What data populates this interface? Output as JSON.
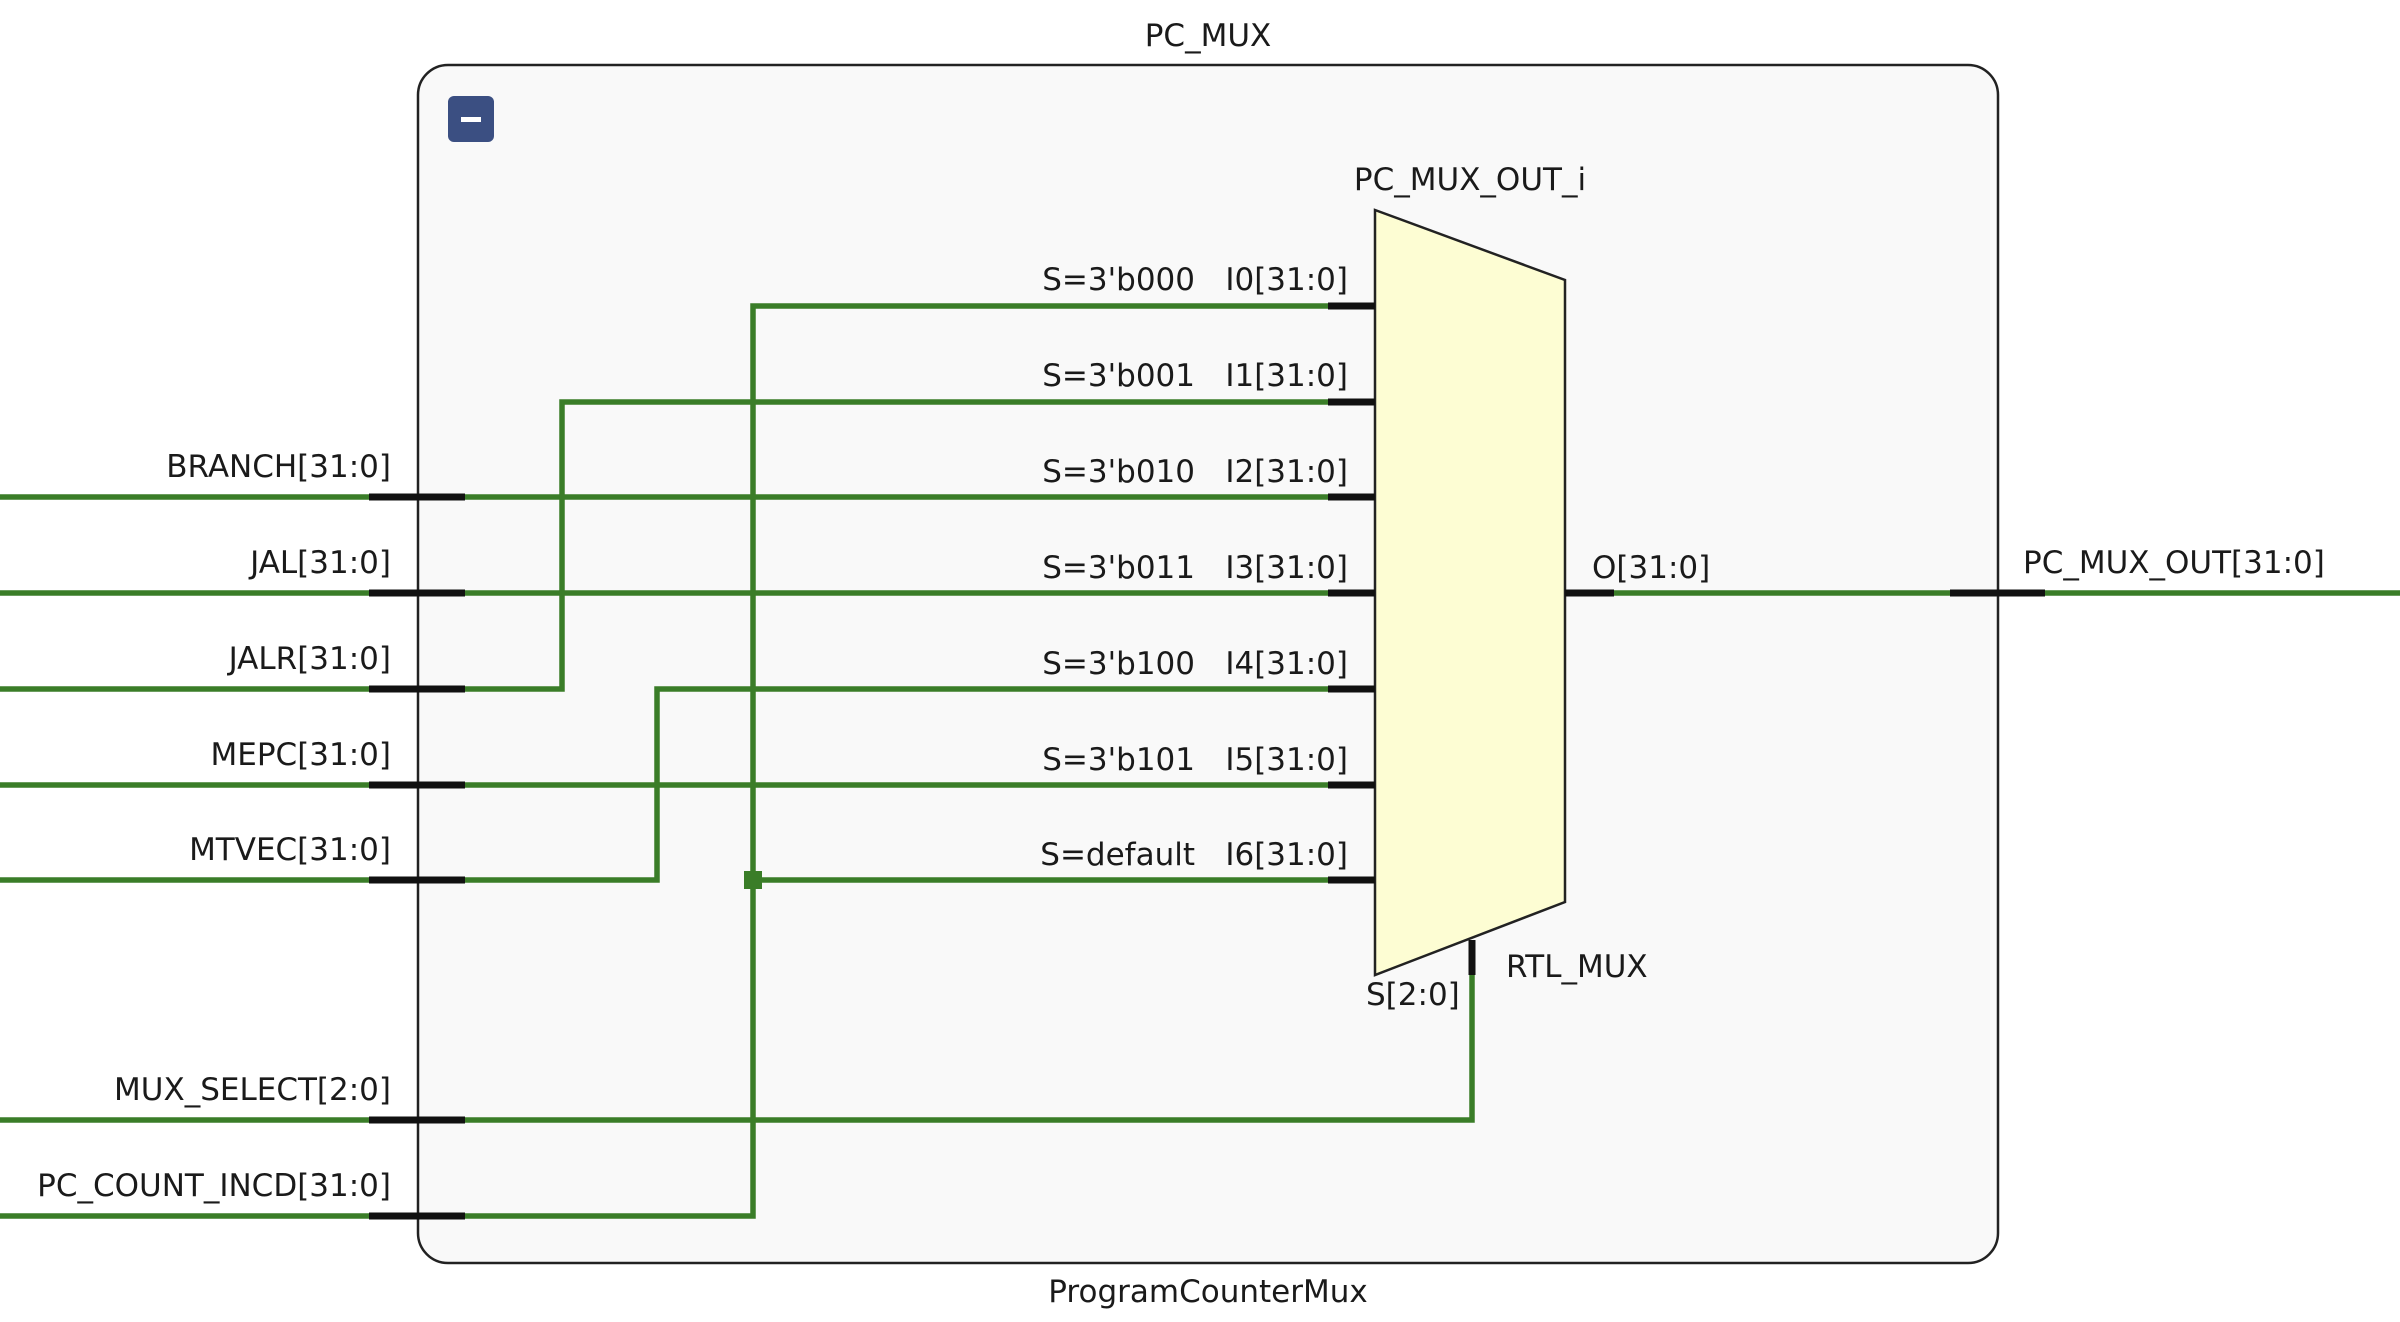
{
  "module": {
    "instance_name": "PC_MUX",
    "type_name": "ProgramCounterMux",
    "collapse_glyph": "−"
  },
  "ports": {
    "branch": "BRANCH[31:0]",
    "jal": "JAL[31:0]",
    "jalr": "JALR[31:0]",
    "mepc": "MEPC[31:0]",
    "mtvec": "MTVEC[31:0]",
    "mux_select": "MUX_SELECT[2:0]",
    "pc_count_incd": "PC_COUNT_INCD[31:0]",
    "pc_mux_out": "PC_MUX_OUT[31:0]"
  },
  "mux": {
    "instance_name": "PC_MUX_OUT_i",
    "cell_type": "RTL_MUX",
    "output_pin": "O[31:0]",
    "select_pin": "S[2:0]",
    "inputs": [
      {
        "pin": "I0[31:0]",
        "select": "S=3'b000"
      },
      {
        "pin": "I1[31:0]",
        "select": "S=3'b001"
      },
      {
        "pin": "I2[31:0]",
        "select": "S=3'b010"
      },
      {
        "pin": "I3[31:0]",
        "select": "S=3'b011"
      },
      {
        "pin": "I4[31:0]",
        "select": "S=3'b100"
      },
      {
        "pin": "I5[31:0]",
        "select": "S=3'b101"
      },
      {
        "pin": "I6[31:0]",
        "select": "S=default"
      }
    ]
  },
  "colors": {
    "wire": "#3a7d28",
    "pin_stub": "#111111",
    "mux_fill": "#fdfdd3",
    "boundary_fill": "#f9f9f9",
    "collapse_button": "#3b4f82"
  }
}
